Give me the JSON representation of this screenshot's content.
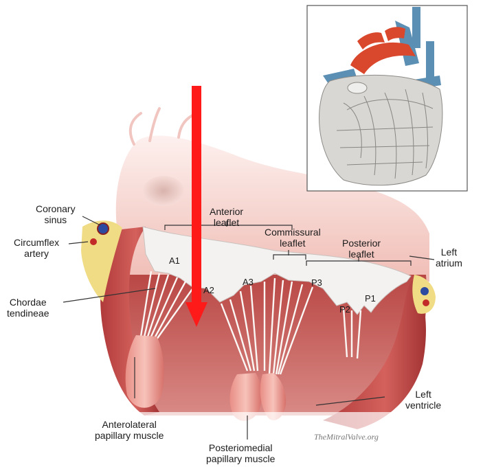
{
  "labels": {
    "coronary_sinus": [
      "Coronary",
      "sinus"
    ],
    "circumflex_artery": [
      "Circumflex",
      "artery"
    ],
    "chordae_tendineae": [
      "Chordae",
      "tendineae"
    ],
    "anterior_leaflet": [
      "Anterior",
      "leaflet"
    ],
    "commissural_leaflet": [
      "Commissural",
      "leaflet"
    ],
    "posterior_leaflet": [
      "Posterior",
      "leaflet"
    ],
    "left_atrium": [
      "Left",
      "atrium"
    ],
    "left_ventricle": [
      "Left",
      "ventricle"
    ],
    "anterolateral_papillary_muscle": [
      "Anterolateral",
      "papillary muscle"
    ],
    "posteromedial_papillary_muscle": [
      "Posteriomedial",
      "papillary muscle"
    ]
  },
  "scallops": {
    "a1": "A1",
    "a2": "A2",
    "a3": "A3",
    "p1": "P1",
    "p2": "P2",
    "p3": "P3"
  },
  "watermark": "TheMitralValve.org",
  "colors": {
    "arrow": "#ff1a1a",
    "myocardium": "#c8504e",
    "myocardium_dark": "#9e2f30",
    "leaflet": "#f4f2f0",
    "atrium": "#f2c7c0",
    "fat": "#f1dc86",
    "vein": "#2c4aa0",
    "artery": "#c22a2a",
    "inset_aorta": "#d9482c",
    "inset_vessels": "#5b8fb4"
  }
}
